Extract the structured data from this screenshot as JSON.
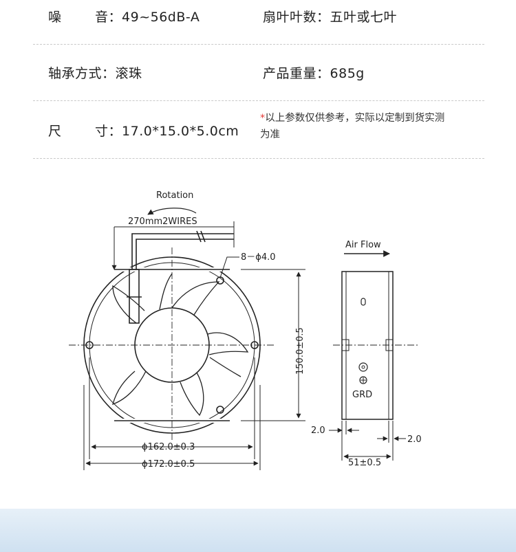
{
  "specs": {
    "noise_label_1": "噪",
    "noise_label_2": "音：",
    "noise_value": "49~56dB-A",
    "blades_label": "扇叶叶数：",
    "blades_value": "五叶或七叶",
    "bearing_label": "轴承方式：",
    "bearing_value": "滚珠",
    "weight_label": "产品重量：",
    "weight_value": "685g",
    "size_label_1": "尺",
    "size_label_2": "寸：",
    "size_value": "17.0*15.0*5.0cm",
    "note_star": "*",
    "note_text": "以上参数仅供参考，实际以定制到货实测为准"
  },
  "drawing": {
    "rotation": "Rotation",
    "wires": "270mm2WIRES",
    "holes": "8－ϕ4.0",
    "air_flow": "Air Flow",
    "height_dim": "150.0±0.5",
    "width_dim_inner": "ϕ162.0±0.3",
    "width_dim_outer": "ϕ172.0±0.5",
    "left_offset": "2.0",
    "right_offset": "2.0",
    "depth_dim": "51±0.5",
    "grd": "GRD"
  },
  "colors": {
    "note_star": "#e53935",
    "footer_top": "#e7f0f8",
    "footer_bottom": "#cfe1f1"
  }
}
